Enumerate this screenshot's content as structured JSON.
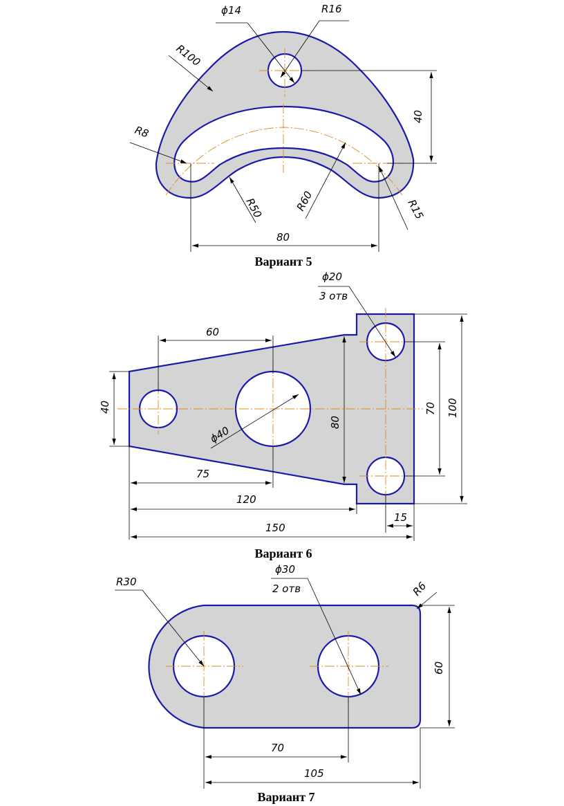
{
  "variant5": {
    "caption": "Вариант 5",
    "dims": {
      "hole_diameter": "ϕ14",
      "top_radius": "R16",
      "outer_radius": "R100",
      "slot_end_radius": "R8",
      "height": "40",
      "inner_radius": "R50",
      "arc_radius": "R60",
      "corner_radius": "R15",
      "width": "80"
    }
  },
  "variant6": {
    "caption": "Вариант 6",
    "dims": {
      "hole_diameter": "ϕ20",
      "hole_count": "3 отв",
      "spacing": "60",
      "left_height": "40",
      "big_hole": "ϕ40",
      "mid_height": "80",
      "hole_spacing_v": "70",
      "total_height": "100",
      "offset": "75",
      "length": "120",
      "total_length": "150",
      "flange": "15"
    }
  },
  "variant7": {
    "caption": "Вариант 7",
    "dims": {
      "end_radius": "R30",
      "hole_diameter": "ϕ30",
      "hole_count": "2 отв",
      "corner_radius": "R6",
      "height": "60",
      "spacing": "70",
      "total_length": "105"
    }
  }
}
